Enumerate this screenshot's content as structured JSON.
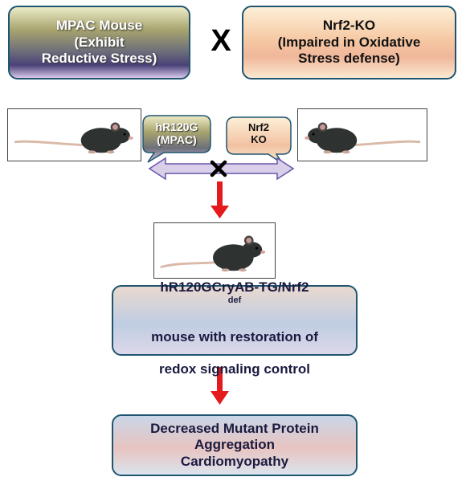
{
  "parents": {
    "mpac": "MPAC Mouse\n(Exhibit\nReductive Stress)",
    "nrf2_ko": "Nrf2-KO\n(Impaired in Oxidative\nStress defense)",
    "cross_symbol": "X"
  },
  "callouts": {
    "mpac": "hR120G\n(MPAC)",
    "nrf2": "Nrf2\nKO"
  },
  "result": {
    "line1_main": "hR120GCryAB-TG/Nrf2",
    "line1_sup": "def",
    "line2": "mouse with restoration of",
    "line3": "redox signaling control"
  },
  "outcome": "Decreased Mutant Protein\nAggregation\nCardiomyopathy",
  "colors": {
    "box_border": "#1f5570",
    "cross_arrow_fill": "#d9cfe9",
    "cross_arrow_stroke": "#6a55a8",
    "flow_arrow": "#e41a1c"
  },
  "icons": {
    "mouse": "mouse-illustration",
    "block": "x-mark-icon",
    "flow": "red-down-arrow"
  }
}
